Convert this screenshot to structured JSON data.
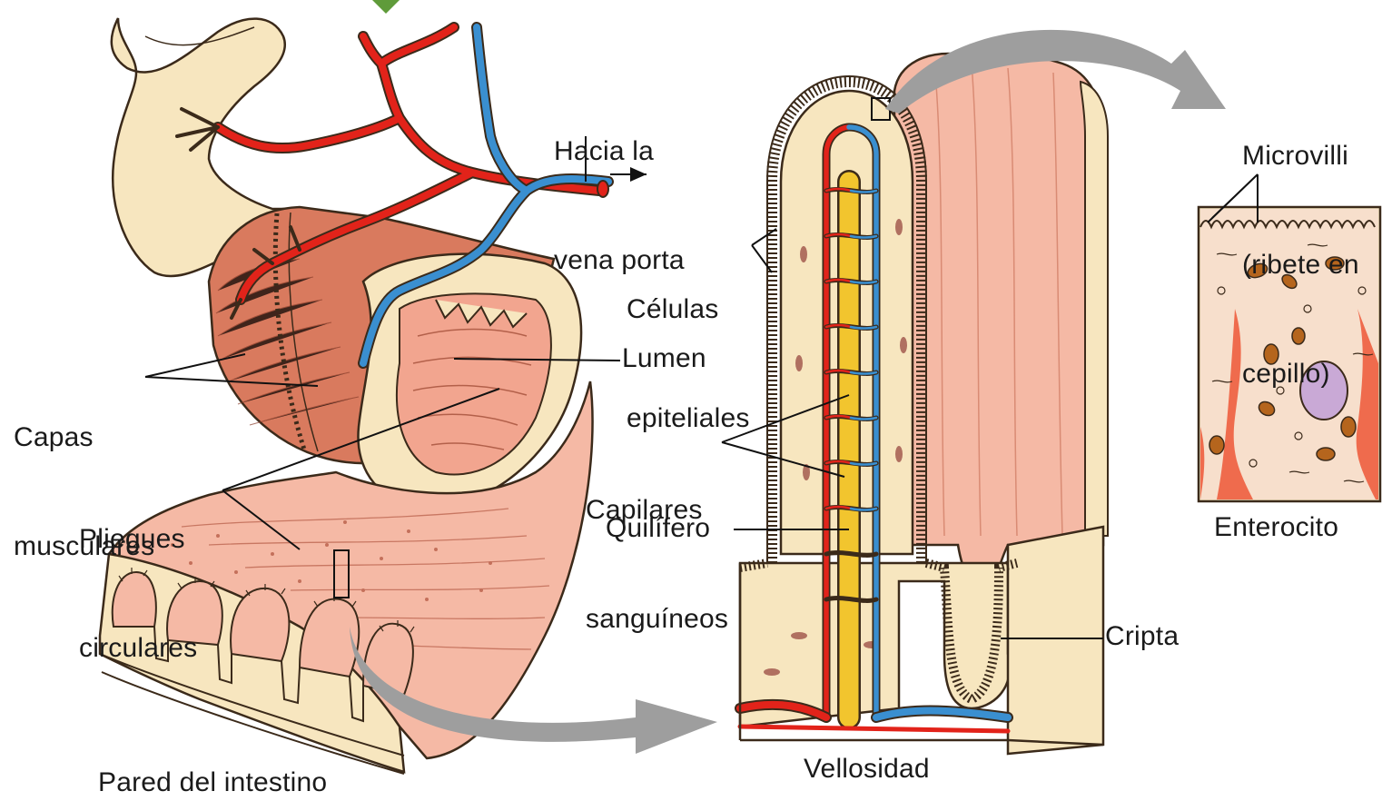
{
  "labels": {
    "hacia_la_vena_porta": [
      "Hacia la",
      "vena porta"
    ],
    "capas_musculares": [
      "Capas",
      "musculares"
    ],
    "pliegues_circulares": [
      "Pliegues",
      "circulares"
    ],
    "lumen": "Lumen",
    "pared_del_intestino": "Pared del intestino",
    "celulas_epiteliales": [
      "Células",
      "epiteliales"
    ],
    "capilares_sanguineos": [
      "Capilares",
      "sanguíneos"
    ],
    "quilifero": "Quilífero",
    "vellosidad": "Vellosidad",
    "cripta": "Cripta",
    "microvilli": [
      "Microvilli",
      "(ribete en",
      "cepillo)"
    ],
    "enterocito": "Enterocito"
  },
  "colors": {
    "tissue_cream": "#f7e6bf",
    "tissue_pink": "#f5b9a5",
    "muscle": "#d97a5e",
    "artery": "#e2231a",
    "vein": "#3a8fd0",
    "lacteal": "#f2c52e",
    "arrow_gray": "#9e9e9e",
    "nucleus": "#c9a9d6"
  }
}
